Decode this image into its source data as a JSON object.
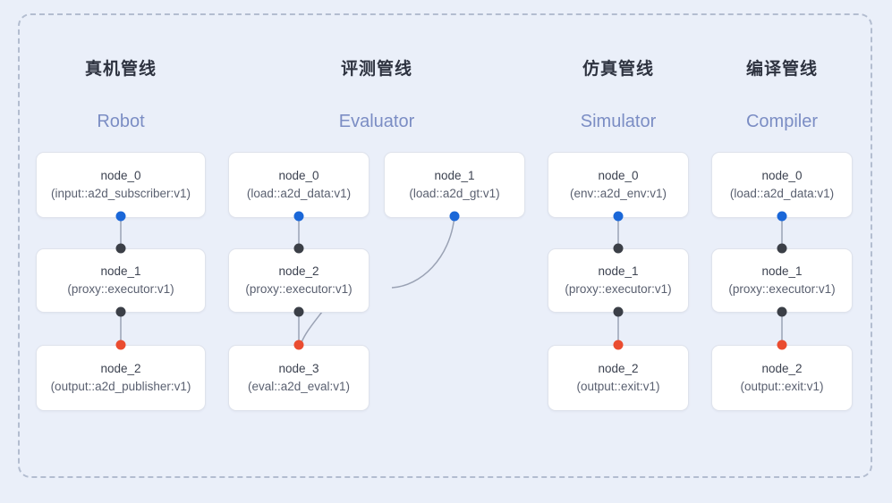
{
  "diagram": {
    "title_cn_note": "",
    "frame": {
      "style": "dashed-rounded-rectangle"
    },
    "colors": {
      "background": "#eaeff9",
      "frame_border": "#b3bdd0",
      "card_background": "#ffffff",
      "card_border": "#dfe3ec",
      "title_cn": "#2e3340",
      "title_en": "#7b8dc4",
      "port_blue": "#1a67d8",
      "port_dark": "#3b3f47",
      "port_red": "#ea4c30",
      "edge": "#9aa2b4"
    },
    "columns": [
      {
        "id": "robot",
        "title_cn": "真机管线",
        "title_en": "Robot",
        "nodes": [
          {
            "id": "r0",
            "name": "node_0",
            "type": "(input::a2d_subscriber:v1)"
          },
          {
            "id": "r1",
            "name": "node_1",
            "type": "(proxy::executor:v1)"
          },
          {
            "id": "r2",
            "name": "node_2",
            "type": "(output::a2d_publisher:v1)"
          }
        ]
      },
      {
        "id": "evaluator",
        "title_cn": "评测管线",
        "title_en": "Evaluator",
        "nodes": [
          {
            "id": "e0",
            "name": "node_0",
            "type": "(load::a2d_data:v1)"
          },
          {
            "id": "e1",
            "name": "node_1",
            "type": "(load::a2d_gt:v1)"
          },
          {
            "id": "e2",
            "name": "node_2",
            "type": "(proxy::executor:v1)"
          },
          {
            "id": "e3",
            "name": "node_3",
            "type": "(eval::a2d_eval:v1)"
          }
        ]
      },
      {
        "id": "simulator",
        "title_cn": "仿真管线",
        "title_en": "Simulator",
        "nodes": [
          {
            "id": "s0",
            "name": "node_0",
            "type": "(env::a2d_env:v1)"
          },
          {
            "id": "s1",
            "name": "node_1",
            "type": "(proxy::executor:v1)"
          },
          {
            "id": "s2",
            "name": "node_2",
            "type": "(output::exit:v1)"
          }
        ]
      },
      {
        "id": "compiler",
        "title_cn": "编译管线",
        "title_en": "Compiler",
        "nodes": [
          {
            "id": "c0",
            "name": "node_0",
            "type": "(load::a2d_data:v1)"
          },
          {
            "id": "c1",
            "name": "node_1",
            "type": "(proxy::executor:v1)"
          },
          {
            "id": "c2",
            "name": "node_2",
            "type": "(output::exit:v1)"
          }
        ]
      }
    ]
  }
}
